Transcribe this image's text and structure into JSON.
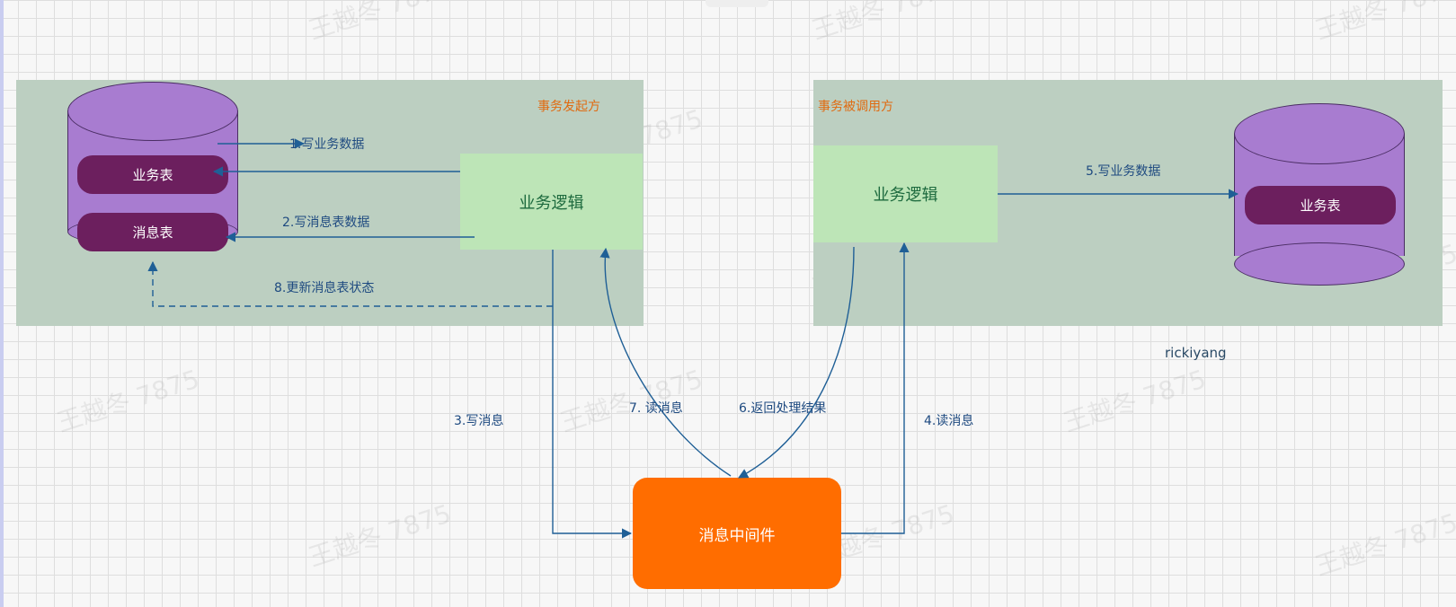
{
  "diagram": {
    "left_panel": {
      "title": "事务发起方",
      "table1": "业务表",
      "table2": "消息表",
      "logic": "业务逻辑"
    },
    "right_panel": {
      "title": "事务被调用方",
      "table1": "业务表",
      "logic": "业务逻辑"
    },
    "middleware": "消息中间件",
    "edges": {
      "e1": "1.写业务数据",
      "e2": "2.写消息表数据",
      "e3": "3.写消息",
      "e4": "4.读消息",
      "e5": "5.写业务数据",
      "e6": "6.返回处理结果",
      "e7": "7. 读消息",
      "e8": "8.更新消息表状态"
    },
    "author": "rickiyang",
    "watermark": "王越冬 7875"
  },
  "colors": {
    "panel": "#bccfc1",
    "cylinder": "#a87cd0",
    "pill": "#6c1f5e",
    "logic_box": "#bde5b7",
    "middleware": "#ff6d00",
    "arrow": "#1f5f96",
    "panel_title": "#e06a10"
  }
}
